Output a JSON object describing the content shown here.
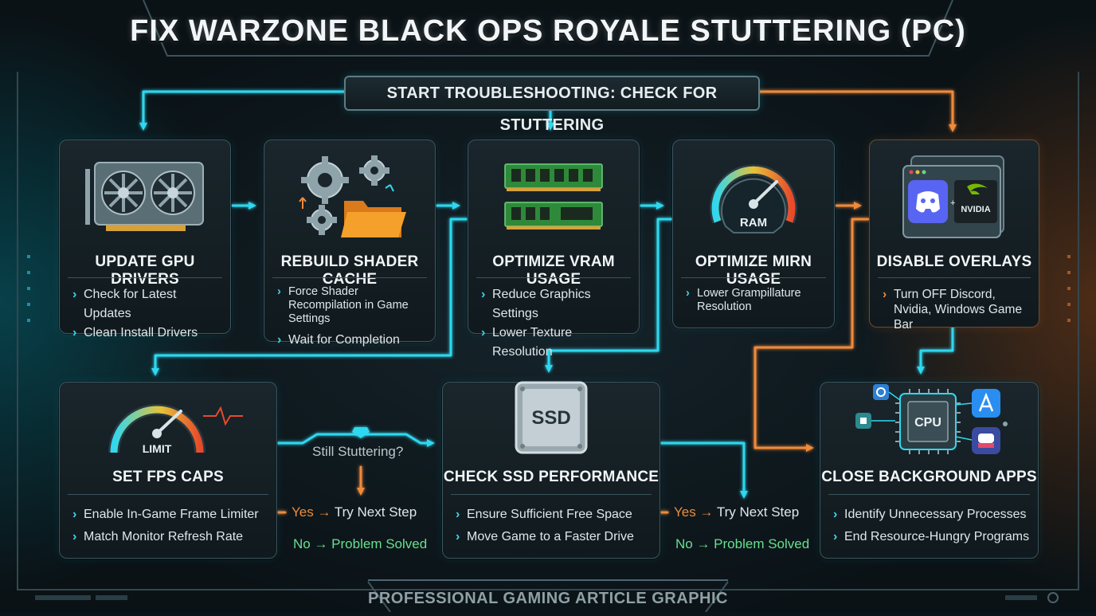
{
  "title": "FIX WARZONE BLACK OPS ROYALE STUTTERING (PC)",
  "start": "START TROUBLESHOOTING: CHECK FOR STUTTERING",
  "colors": {
    "cyan": "#2fd8ef",
    "orange": "#f08a3a",
    "green": "#67e08e"
  },
  "steps": [
    {
      "title": "UPDATE GPU DRIVERS",
      "icon": "gpu-icon",
      "items": [
        "Check for Latest Updates",
        "Clean Install Drivers"
      ]
    },
    {
      "title": "REBUILD SHADER CACHE",
      "icon": "gears-folder-icon",
      "items": [
        "Force Shader Recompilation in Game Settings",
        "Wait for Completion"
      ]
    },
    {
      "title": "OPTIMIZE VRAM USAGE",
      "icon": "ram-sticks-icon",
      "items": [
        "Reduce Graphics Settings",
        "Lower Texture Resolution"
      ]
    },
    {
      "title": "OPTIMIZE MIRN USAGE",
      "icon": "ram-gauge-icon",
      "icon_text": "RAM",
      "items": [
        "Lower Grampillature Resolution"
      ]
    },
    {
      "title": "DISABLE OVERLAYS",
      "icon": "overlay-windows-icon",
      "icon_text": "NVIDIA",
      "items": [
        "Turn OFF Discord, Nvidia, Windows Game Bar"
      ]
    },
    {
      "title": "SET FPS CAPS",
      "icon": "fps-limit-gauge-icon",
      "icon_text": "LIMIT",
      "items": [
        "Enable In-Game Frame Limiter",
        "Match Monitor Refresh Rate"
      ]
    },
    {
      "title": "CHECK SSD PERFORMANCE",
      "icon": "ssd-icon",
      "icon_text": "SSD",
      "items": [
        "Ensure Sufficient Free Space",
        "Move Game to a Faster Drive"
      ]
    },
    {
      "title": "CLOSE BACKGROUND APPS",
      "icon": "cpu-apps-icon",
      "icon_text": "CPU",
      "items": [
        "Identify Unnecessary Processes",
        "End Resource-Hungry Programs"
      ]
    }
  ],
  "decision": {
    "question": "Still Stuttering?",
    "yes_word": "Yes",
    "yes_text": "Try Next Step",
    "no_text": "No → Problem Solved"
  },
  "footer": "PROFESSIONAL GAMING ARTICLE GRAPHIC"
}
